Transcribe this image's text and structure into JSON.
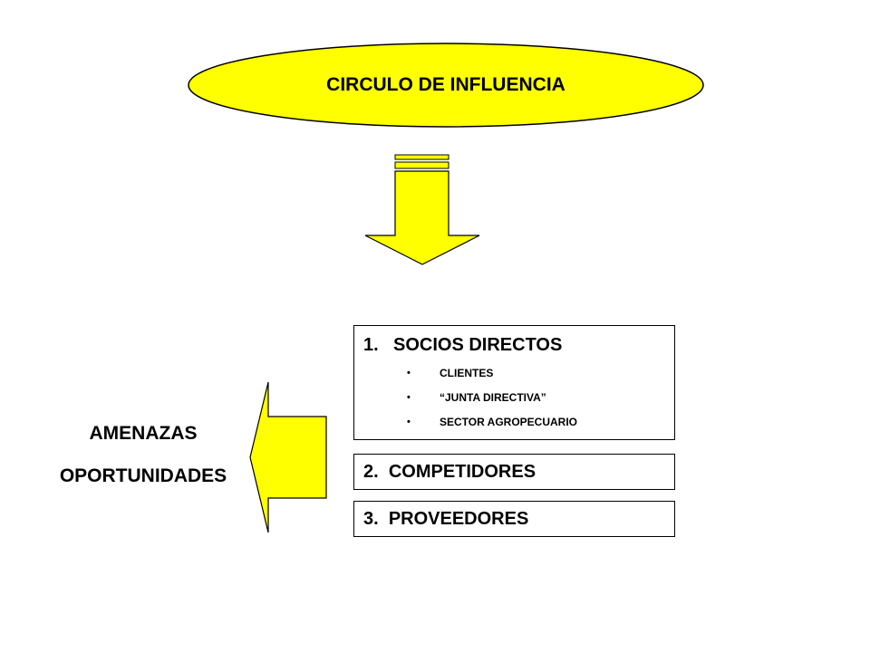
{
  "colors": {
    "fill": "#ffff00",
    "stroke": "#000000",
    "text": "#000000",
    "box_background": "#ffffff"
  },
  "title_ellipse": {
    "label": "CIRCULO DE INFLUENCIA"
  },
  "down_arrow": {
    "icon": "down-arrow-icon"
  },
  "left_arrow": {
    "icon": "left-arrow-icon"
  },
  "boxes": [
    {
      "number": "1.",
      "label": "SOCIOS DIRECTOS",
      "items": [
        "CLIENTES",
        "“JUNTA DIRECTIVA”",
        "SECTOR AGROPECUARIO"
      ]
    },
    {
      "number": "2.",
      "label": "COMPETIDORES"
    },
    {
      "number": "3.",
      "label": "PROVEEDORES"
    }
  ],
  "bullet_glyph": "•",
  "side_labels": [
    "AMENAZAS",
    "OPORTUNIDADES"
  ]
}
